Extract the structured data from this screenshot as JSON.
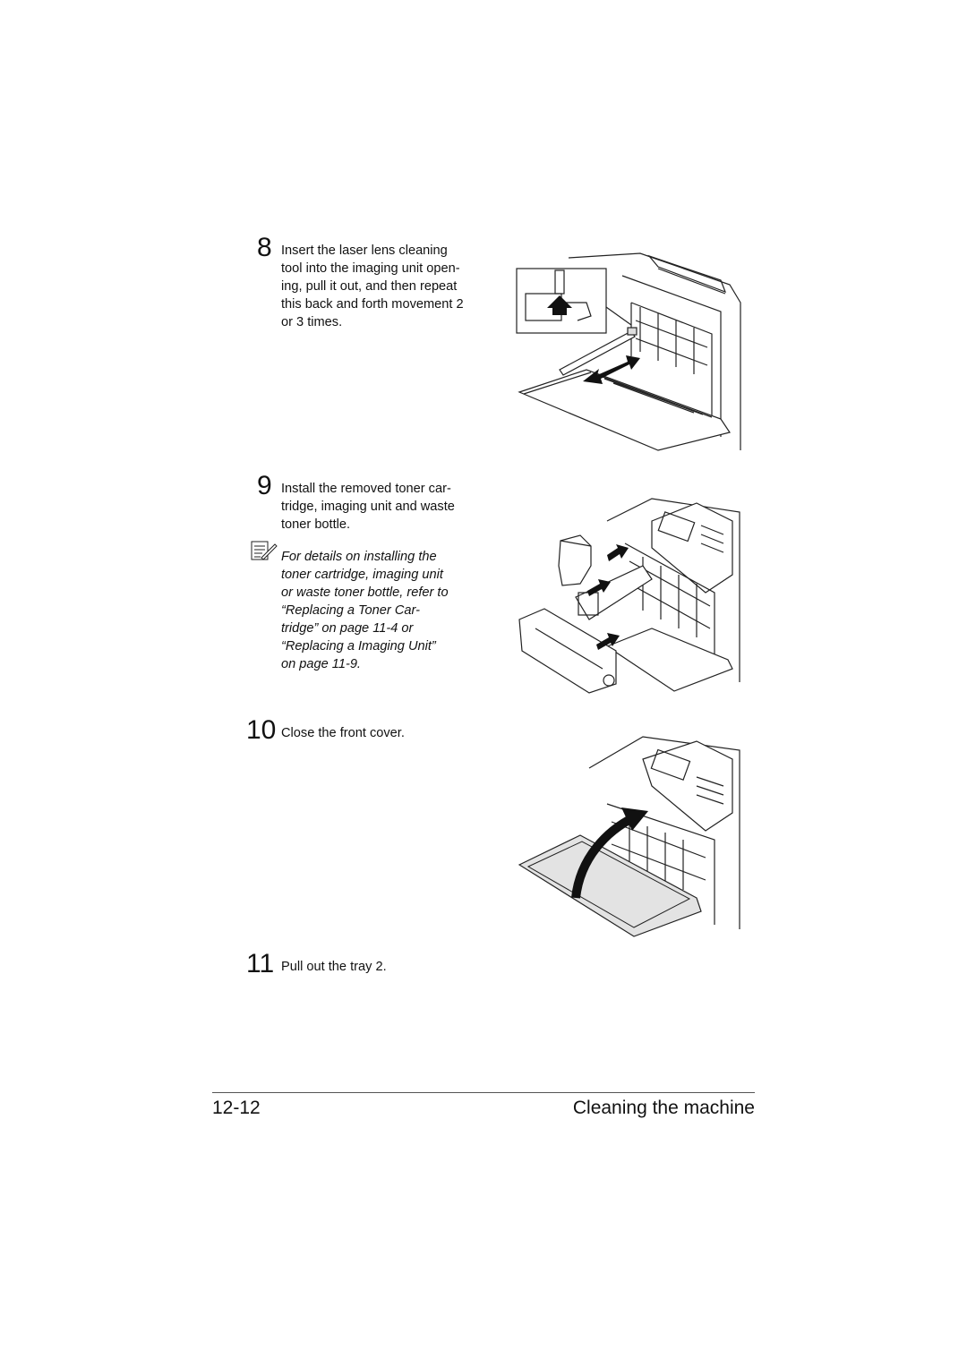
{
  "steps": [
    {
      "number": "8",
      "lines": [
        "Insert the laser lens cleaning",
        "tool into the imaging unit open-",
        "ing, pull it out, and then repeat",
        "this back and forth movement 2",
        "or 3 times."
      ]
    },
    {
      "number": "9",
      "lines": [
        "Install the removed toner car-",
        "tridge, imaging unit and waste",
        "toner bottle."
      ]
    },
    {
      "number": "10",
      "lines": [
        "Close the front cover."
      ]
    },
    {
      "number": "11",
      "lines": [
        "Pull out the tray 2."
      ]
    }
  ],
  "note": {
    "icon": "note-pencil-icon",
    "lines": [
      "For details on installing the",
      "toner cartridge, imaging unit",
      "or waste toner bottle, refer to",
      "“Replacing a Toner Car-",
      "tridge” on page 11-4 or",
      "“Replacing a Imaging Unit”",
      "on page 11-9."
    ]
  },
  "footer": {
    "page_number": "12-12",
    "section_title": "Cleaning the machine"
  }
}
